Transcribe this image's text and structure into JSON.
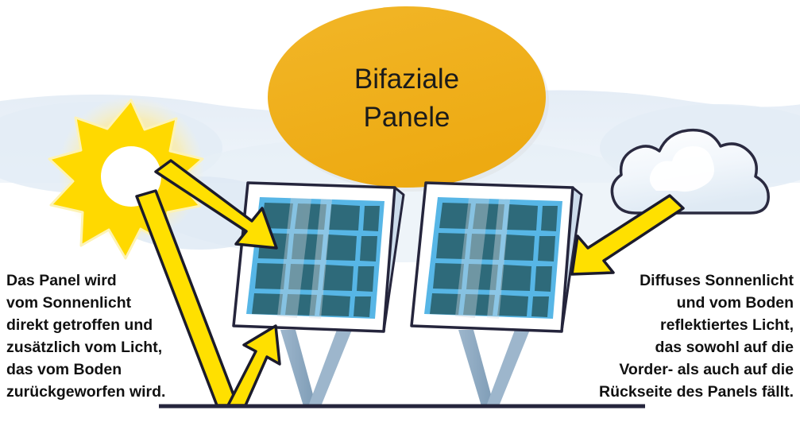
{
  "figure": {
    "kind": "infographic-diagram",
    "language": "de",
    "background_color": "#ffffff"
  },
  "title": {
    "line1": "Bifaziale",
    "line2": "Panele",
    "shape": "ellipse",
    "fill_color": "#efb01f",
    "text_color": "#1b1b1b"
  },
  "left_caption": {
    "lines": [
      "Das Panel wird",
      "vom Sonnenlicht",
      "direkt getroffen und",
      "zusätzlich vom Licht,",
      "das vom Boden",
      "zurückgeworfen wird."
    ],
    "align": "left",
    "text_color": "#111111"
  },
  "right_caption": {
    "lines": [
      "Diffuses Sonnenlicht",
      "und vom Boden",
      "reflektiertes Licht,",
      "das sowohl auf die",
      "Vorder- als auch auf die",
      "Rückseite des Panels fällt."
    ],
    "align": "right",
    "text_color": "#111111"
  },
  "elements": {
    "sun": {
      "label": "sun",
      "glow_color": "#f7e79a",
      "body_color": "#ffd900",
      "core_color": "#ffffff"
    },
    "cloud": {
      "label": "cloud",
      "fill_color": "#f4f8fc",
      "outline_color": "#2a2a40"
    },
    "ground": {
      "label": "ground-line",
      "color": "#25253c"
    },
    "sky_band": {
      "label": "sky-band",
      "color": "#e4ecf5"
    }
  },
  "panels": [
    {
      "name": "solar-panel-left",
      "rows": 4,
      "columns": 4,
      "cell_color": "#2e6a7a",
      "grid_color": "#57b6e6",
      "frame_color": "#ffffff",
      "outline_color": "#25253c",
      "support_color": "#8aa7c0"
    },
    {
      "name": "solar-panel-right",
      "rows": 4,
      "columns": 4,
      "cell_color": "#2e6a7a",
      "grid_color": "#57b6e6",
      "frame_color": "#ffffff",
      "outline_color": "#25253c",
      "support_color": "#8aa7c0"
    }
  ],
  "arrows": [
    {
      "name": "arrow-sun-to-front",
      "from": "sun",
      "to": "solar-panel-left-front",
      "direction": "down-right",
      "fill_color": "#ffe000",
      "outline_color": "#1b1b2c"
    },
    {
      "name": "arrow-sun-to-ground",
      "from": "sun",
      "to": "ground",
      "direction": "down",
      "fill_color": "#ffe000",
      "outline_color": "#1b1b2c"
    },
    {
      "name": "arrow-ground-reflect-to-panel",
      "from": "ground",
      "to": "solar-panel-left-rear",
      "direction": "up-right",
      "fill_color": "#ffe000",
      "outline_color": "#1b1b2c"
    },
    {
      "name": "arrow-cloud-to-panel",
      "from": "cloud",
      "to": "solar-panel-right",
      "direction": "down-left",
      "fill_color": "#ffe000",
      "outline_color": "#1b1b2c"
    }
  ]
}
